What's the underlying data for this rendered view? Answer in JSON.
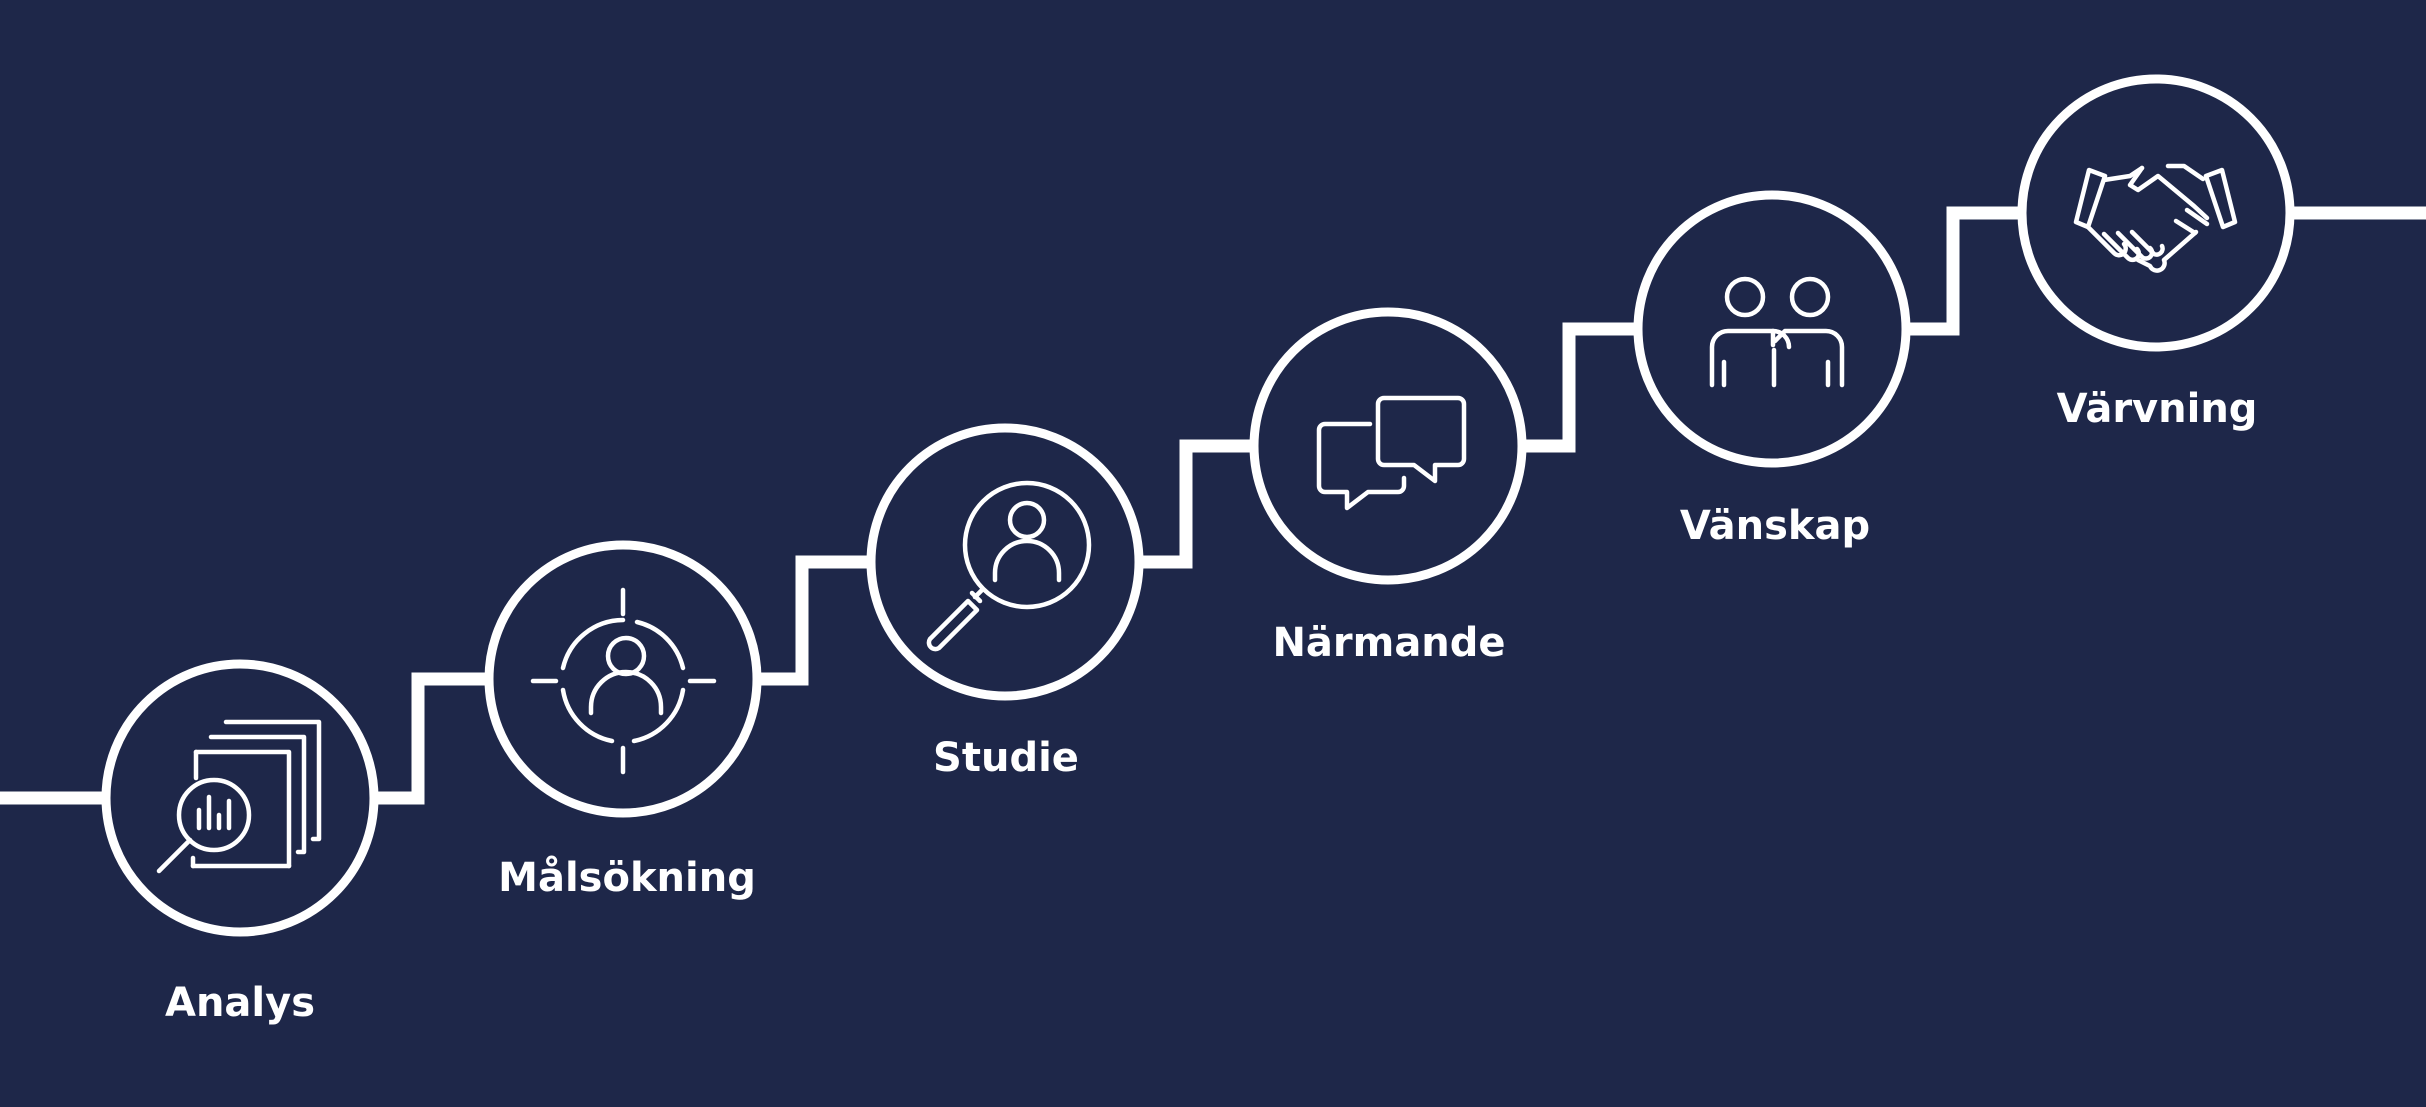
{
  "colors": {
    "background": "#1e2749",
    "foreground": "#ffffff"
  },
  "steps": [
    {
      "label": "Analys",
      "icon": "document-analysis-icon"
    },
    {
      "label": "Målsökning",
      "icon": "target-person-icon"
    },
    {
      "label": "Studie",
      "icon": "magnifier-person-icon"
    },
    {
      "label": "Närmande",
      "icon": "chat-bubbles-icon"
    },
    {
      "label": "Vänskap",
      "icon": "two-people-icon"
    },
    {
      "label": "Värvning",
      "icon": "handshake-icon"
    }
  ]
}
